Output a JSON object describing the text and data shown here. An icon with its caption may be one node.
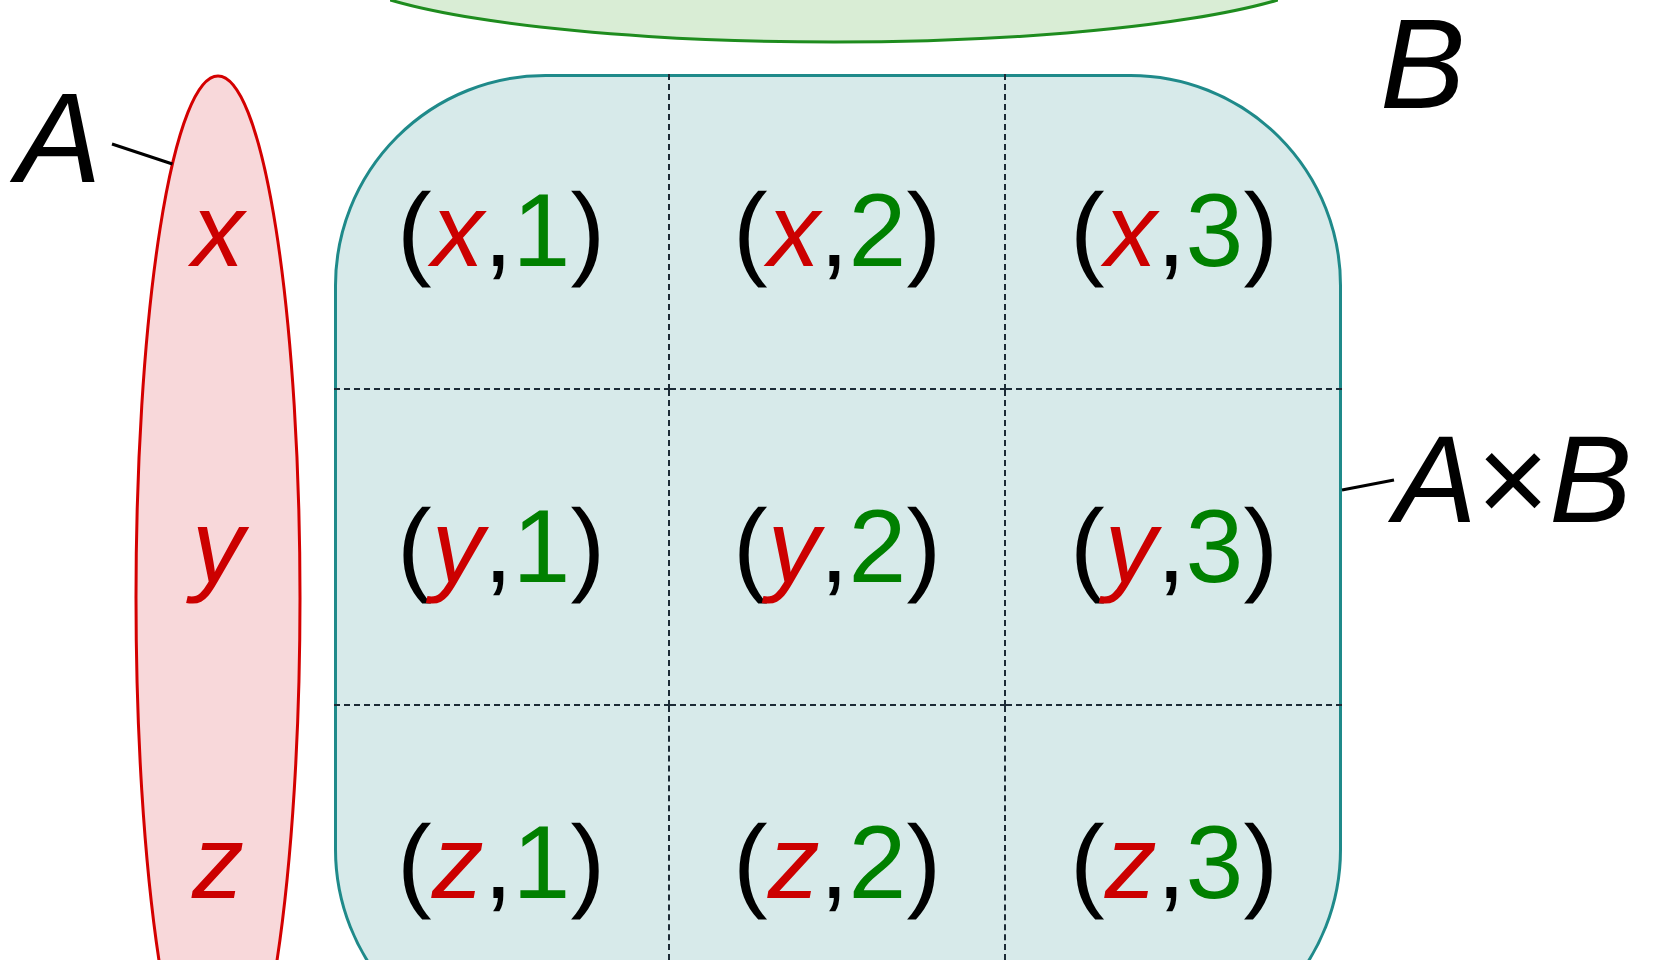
{
  "diagram": {
    "nodes": [
      {
        "text": [],
        "shape": "ellipse"
      },
      {
        "text": [
          "A"
        ]
      },
      {
        "text": [
          "x",
          "y",
          "z"
        ]
      },
      {
        "text": [],
        "shape": "box"
      },
      {
        "text": [
          "(*x*,1)"
        ],
        "in": 3
      },
      {
        "text": [
          "(*x*,2)"
        ],
        "in": 3
      },
      {
        "text": [
          "(*x*,3)"
        ],
        "in": 3
      },
      {
        "text": [
          "(*y*,1)"
        ],
        "in": 3
      },
      {
        "text": [
          "(*y*,2)"
        ],
        "in": 3
      },
      {
        "text": [
          "(*y*,3)"
        ],
        "in": 3
      },
      {
        "text": [
          "(*z*,1)"
        ],
        "in": 3
      },
      {
        "text": [
          "(*z*,2)"
        ],
        "in": 3
      },
      {
        "text": [
          "(*z*,3)"
        ],
        "in": 3
      },
      {
        "text": [
          "*A*×*B*"
        ]
      }
    ],
    "edges": [
      {
        "from": 1,
        "to": 2,
        "arrow": "none"
      },
      {
        "from": 13,
        "to": 3,
        "arrow": "none"
      }
    ],
    "labels": [
      "B"
    ]
  }
}
